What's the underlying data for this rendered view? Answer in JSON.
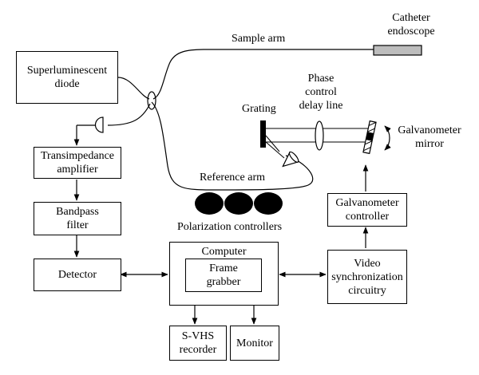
{
  "boxes": {
    "sld": "Superluminescent\ndiode",
    "tia": "Transimpedance\namplifier",
    "bandpass": "Bandpass\nfilter",
    "detector": "Detector",
    "computer": "Computer",
    "frame_grabber": "Frame\ngrabber",
    "svhs": "S-VHS\nrecorder",
    "monitor": "Monitor",
    "video_sync": "Video\nsynchronization\ncircuitry",
    "galvo_controller": "Galvanometer\ncontroller"
  },
  "labels": {
    "sample_arm": "Sample arm",
    "catheter": "Catheter\nendoscope",
    "phase_control": "Phase\ncontrol\ndelay line",
    "grating": "Grating",
    "galvo_mirror": "Galvanometer\nmirror",
    "reference_arm": "Reference arm",
    "polarization_controllers": "Polarization controllers"
  }
}
